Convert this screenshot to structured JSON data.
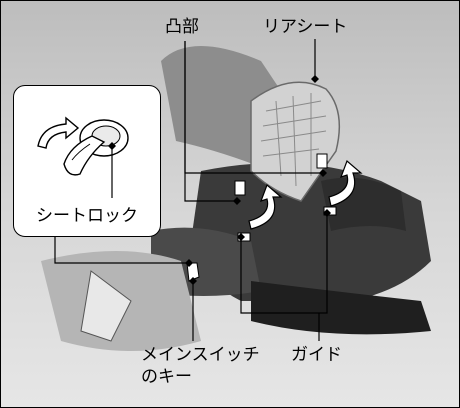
{
  "callouts": {
    "convex": "凸部",
    "rear_seat": "リアシート",
    "seat_lock": "シートロック",
    "main_switch_key_line1": "メインスイッチ",
    "main_switch_key_line2": "のキー",
    "guide": "ガイド"
  },
  "colors": {
    "background": "#c9c9c9",
    "motorcycle_dark": "#3a3a3a",
    "seat_fill": "#d2d2d2",
    "arrow_fill": "#ffffff",
    "inset_background": "#ffffff"
  },
  "icons": {
    "rotation_arrow": "curved-arrow-icon",
    "key": "key-icon",
    "lock_cylinder": "lock-cylinder-icon"
  }
}
